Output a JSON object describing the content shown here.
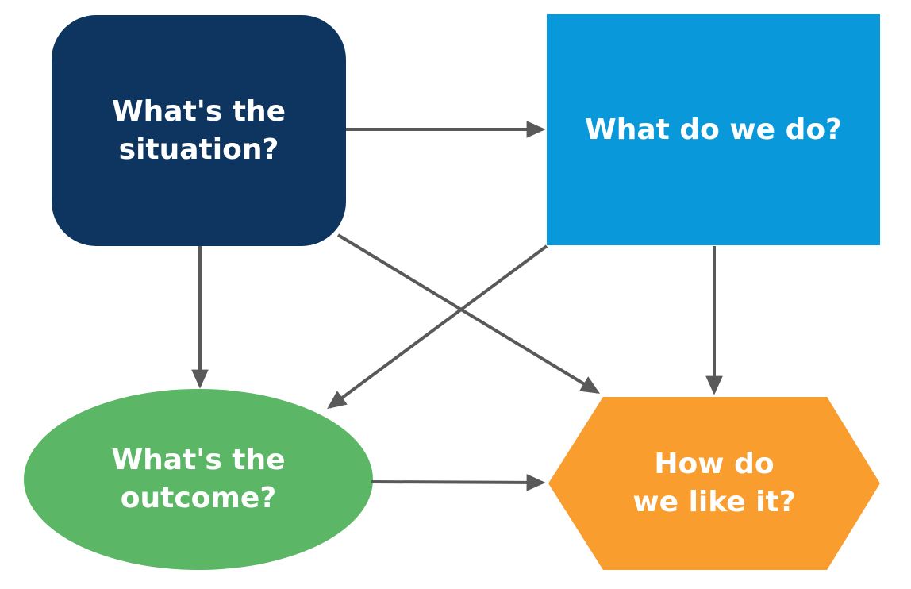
{
  "diagram": {
    "type": "flowchart",
    "arrow_color": "#595959",
    "nodes": {
      "situation": {
        "label": "What's the\nsituation?",
        "shape": "rounded-rectangle",
        "fill": "#0d3560",
        "text_color": "#ffffff"
      },
      "action": {
        "label": "What do we do?",
        "shape": "rectangle",
        "fill": "#0999db",
        "text_color": "#ffffff"
      },
      "outcome": {
        "label": "What's the\noutcome?",
        "shape": "ellipse",
        "fill": "#5bb666",
        "text_color": "#ffffff"
      },
      "evaluation": {
        "label": "How do\nwe like it?",
        "shape": "hexagon",
        "fill": "#f89d2e",
        "text_color": "#ffffff"
      }
    },
    "edges": [
      {
        "from": "situation",
        "to": "action",
        "direction": "right"
      },
      {
        "from": "situation",
        "to": "outcome",
        "direction": "down"
      },
      {
        "from": "situation",
        "to": "evaluation",
        "direction": "diagonal-down-right"
      },
      {
        "from": "action",
        "to": "outcome",
        "direction": "diagonal-down-left"
      },
      {
        "from": "action",
        "to": "evaluation",
        "direction": "down"
      },
      {
        "from": "outcome",
        "to": "evaluation",
        "direction": "right"
      }
    ]
  }
}
